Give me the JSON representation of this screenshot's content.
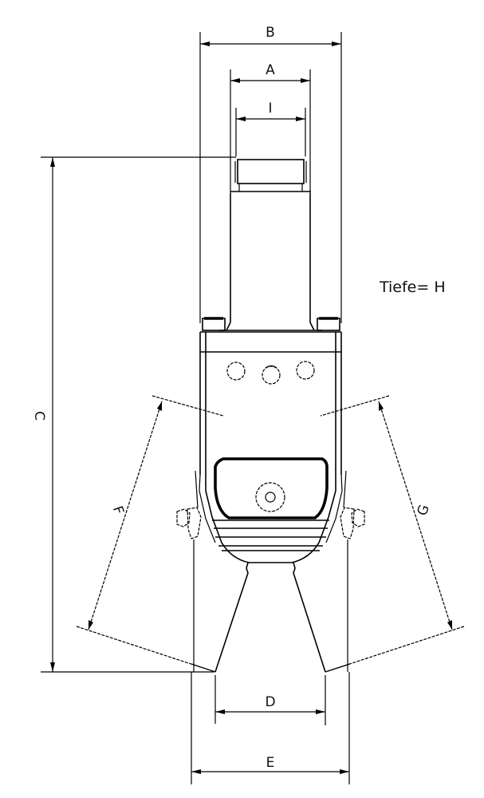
{
  "drawing": {
    "note": "Tiefe= H",
    "dimensions": {
      "A": "A",
      "B": "B",
      "C": "C",
      "D": "D",
      "E": "E",
      "F": "F",
      "G": "G",
      "I": "I"
    }
  },
  "colors": {
    "line": "#000000",
    "background": "#ffffff"
  }
}
